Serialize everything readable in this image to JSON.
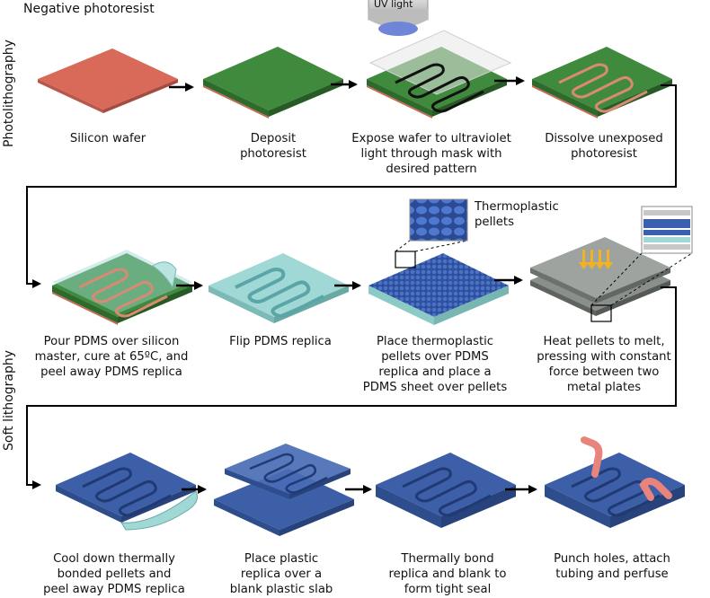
{
  "header": {
    "title": "Negative photoresist"
  },
  "sections": {
    "photolithography": "Photolithography",
    "soft_lithography": "Soft lithography"
  },
  "callouts": {
    "uv_light": "UV light",
    "thermoplastic_pellets": "Thermoplastic\npellets"
  },
  "steps": [
    {
      "label": "Silicon wafer"
    },
    {
      "label": "Deposit\nphotoresist"
    },
    {
      "label": "Expose wafer to ultraviolet\nlight through mask with\ndesired pattern"
    },
    {
      "label": "Dissolve unexposed\nphotoresist"
    },
    {
      "label": "Pour PDMS over silicon\nmaster, cure at 65ºC, and\npeel away PDMS replica"
    },
    {
      "label": "Flip PDMS replica"
    },
    {
      "label": "Place thermoplastic\npellets over PDMS\nreplica and place a\nPDMS sheet over pellets"
    },
    {
      "label": "Heat pellets to melt,\npressing with constant\nforce between two\nmetal plates"
    },
    {
      "label": "Cool down thermally\nbonded pellets and\npeel away PDMS replica"
    },
    {
      "label": "Place plastic\nreplica over a\nblank plastic slab"
    },
    {
      "label": "Thermally bond\nreplica and blank to\nform tight seal"
    },
    {
      "label": "Punch holes, attach\ntubing and perfuse"
    }
  ],
  "colors": {
    "wafer": "#e07a6a",
    "photoresist": "#3f8a3c",
    "pdms": "#9fd8d4",
    "plastic": "#3d5fa8",
    "metal": "#7d827f",
    "arrow_heat": "#f2b322",
    "tubing": "#e8847c"
  }
}
